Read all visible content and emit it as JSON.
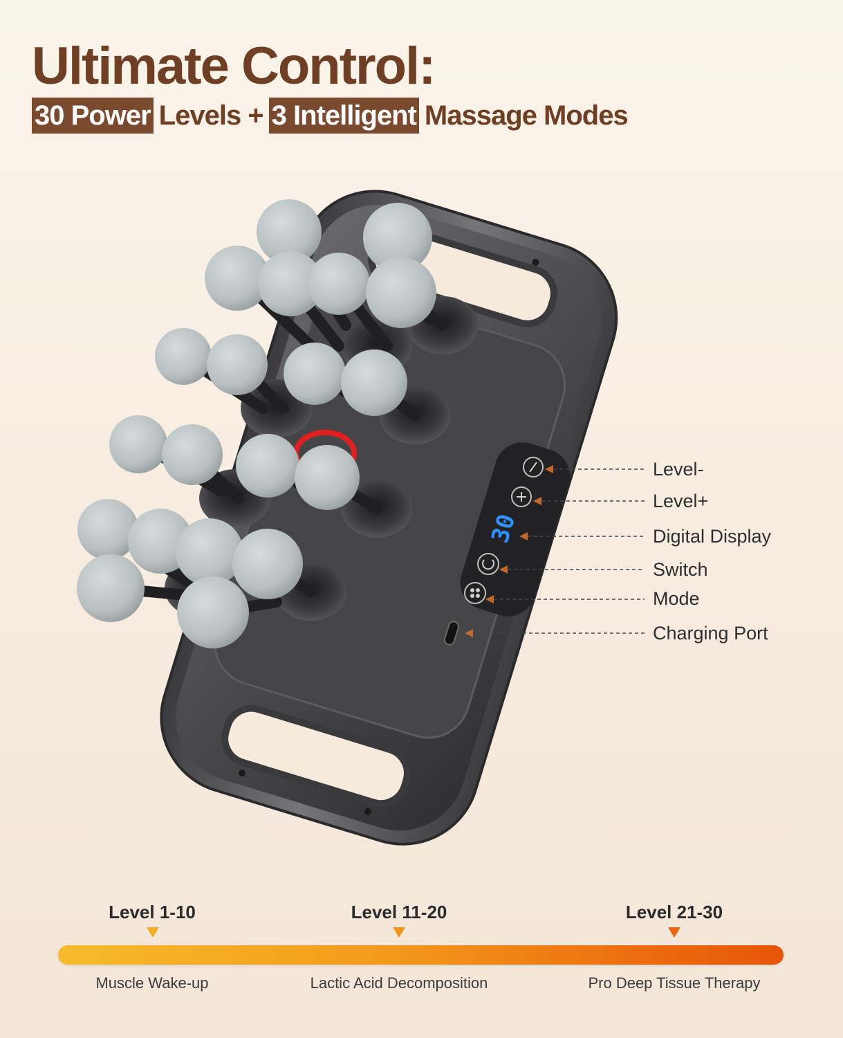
{
  "header": {
    "title": "Ultimate Control:",
    "subtitle": {
      "hl1": "30 Power",
      "text1": "Levels +",
      "hl2": "3 Intelligent",
      "text2": "Massage Modes"
    }
  },
  "device": {
    "display_value": "30"
  },
  "callouts": [
    {
      "label": "Level-"
    },
    {
      "label": "Level+"
    },
    {
      "label": "Digital Display"
    },
    {
      "label": "Switch"
    },
    {
      "label": "Mode"
    },
    {
      "label": "Charging Port"
    }
  ],
  "levels": [
    {
      "range": "Level 1-10",
      "mode": "Muscle Wake-up"
    },
    {
      "range": "Level 11-20",
      "mode": "Lactic Acid Decomposition"
    },
    {
      "range": "Level 21-30",
      "mode": "Pro Deep Tissue Therapy"
    }
  ],
  "colors": {
    "title_brown": "#6e3f24",
    "highlight_brown": "#7a4a2e",
    "bar_start": "#f6bb2c",
    "bar_end": "#e65508",
    "display_blue": "#2f8fff"
  }
}
